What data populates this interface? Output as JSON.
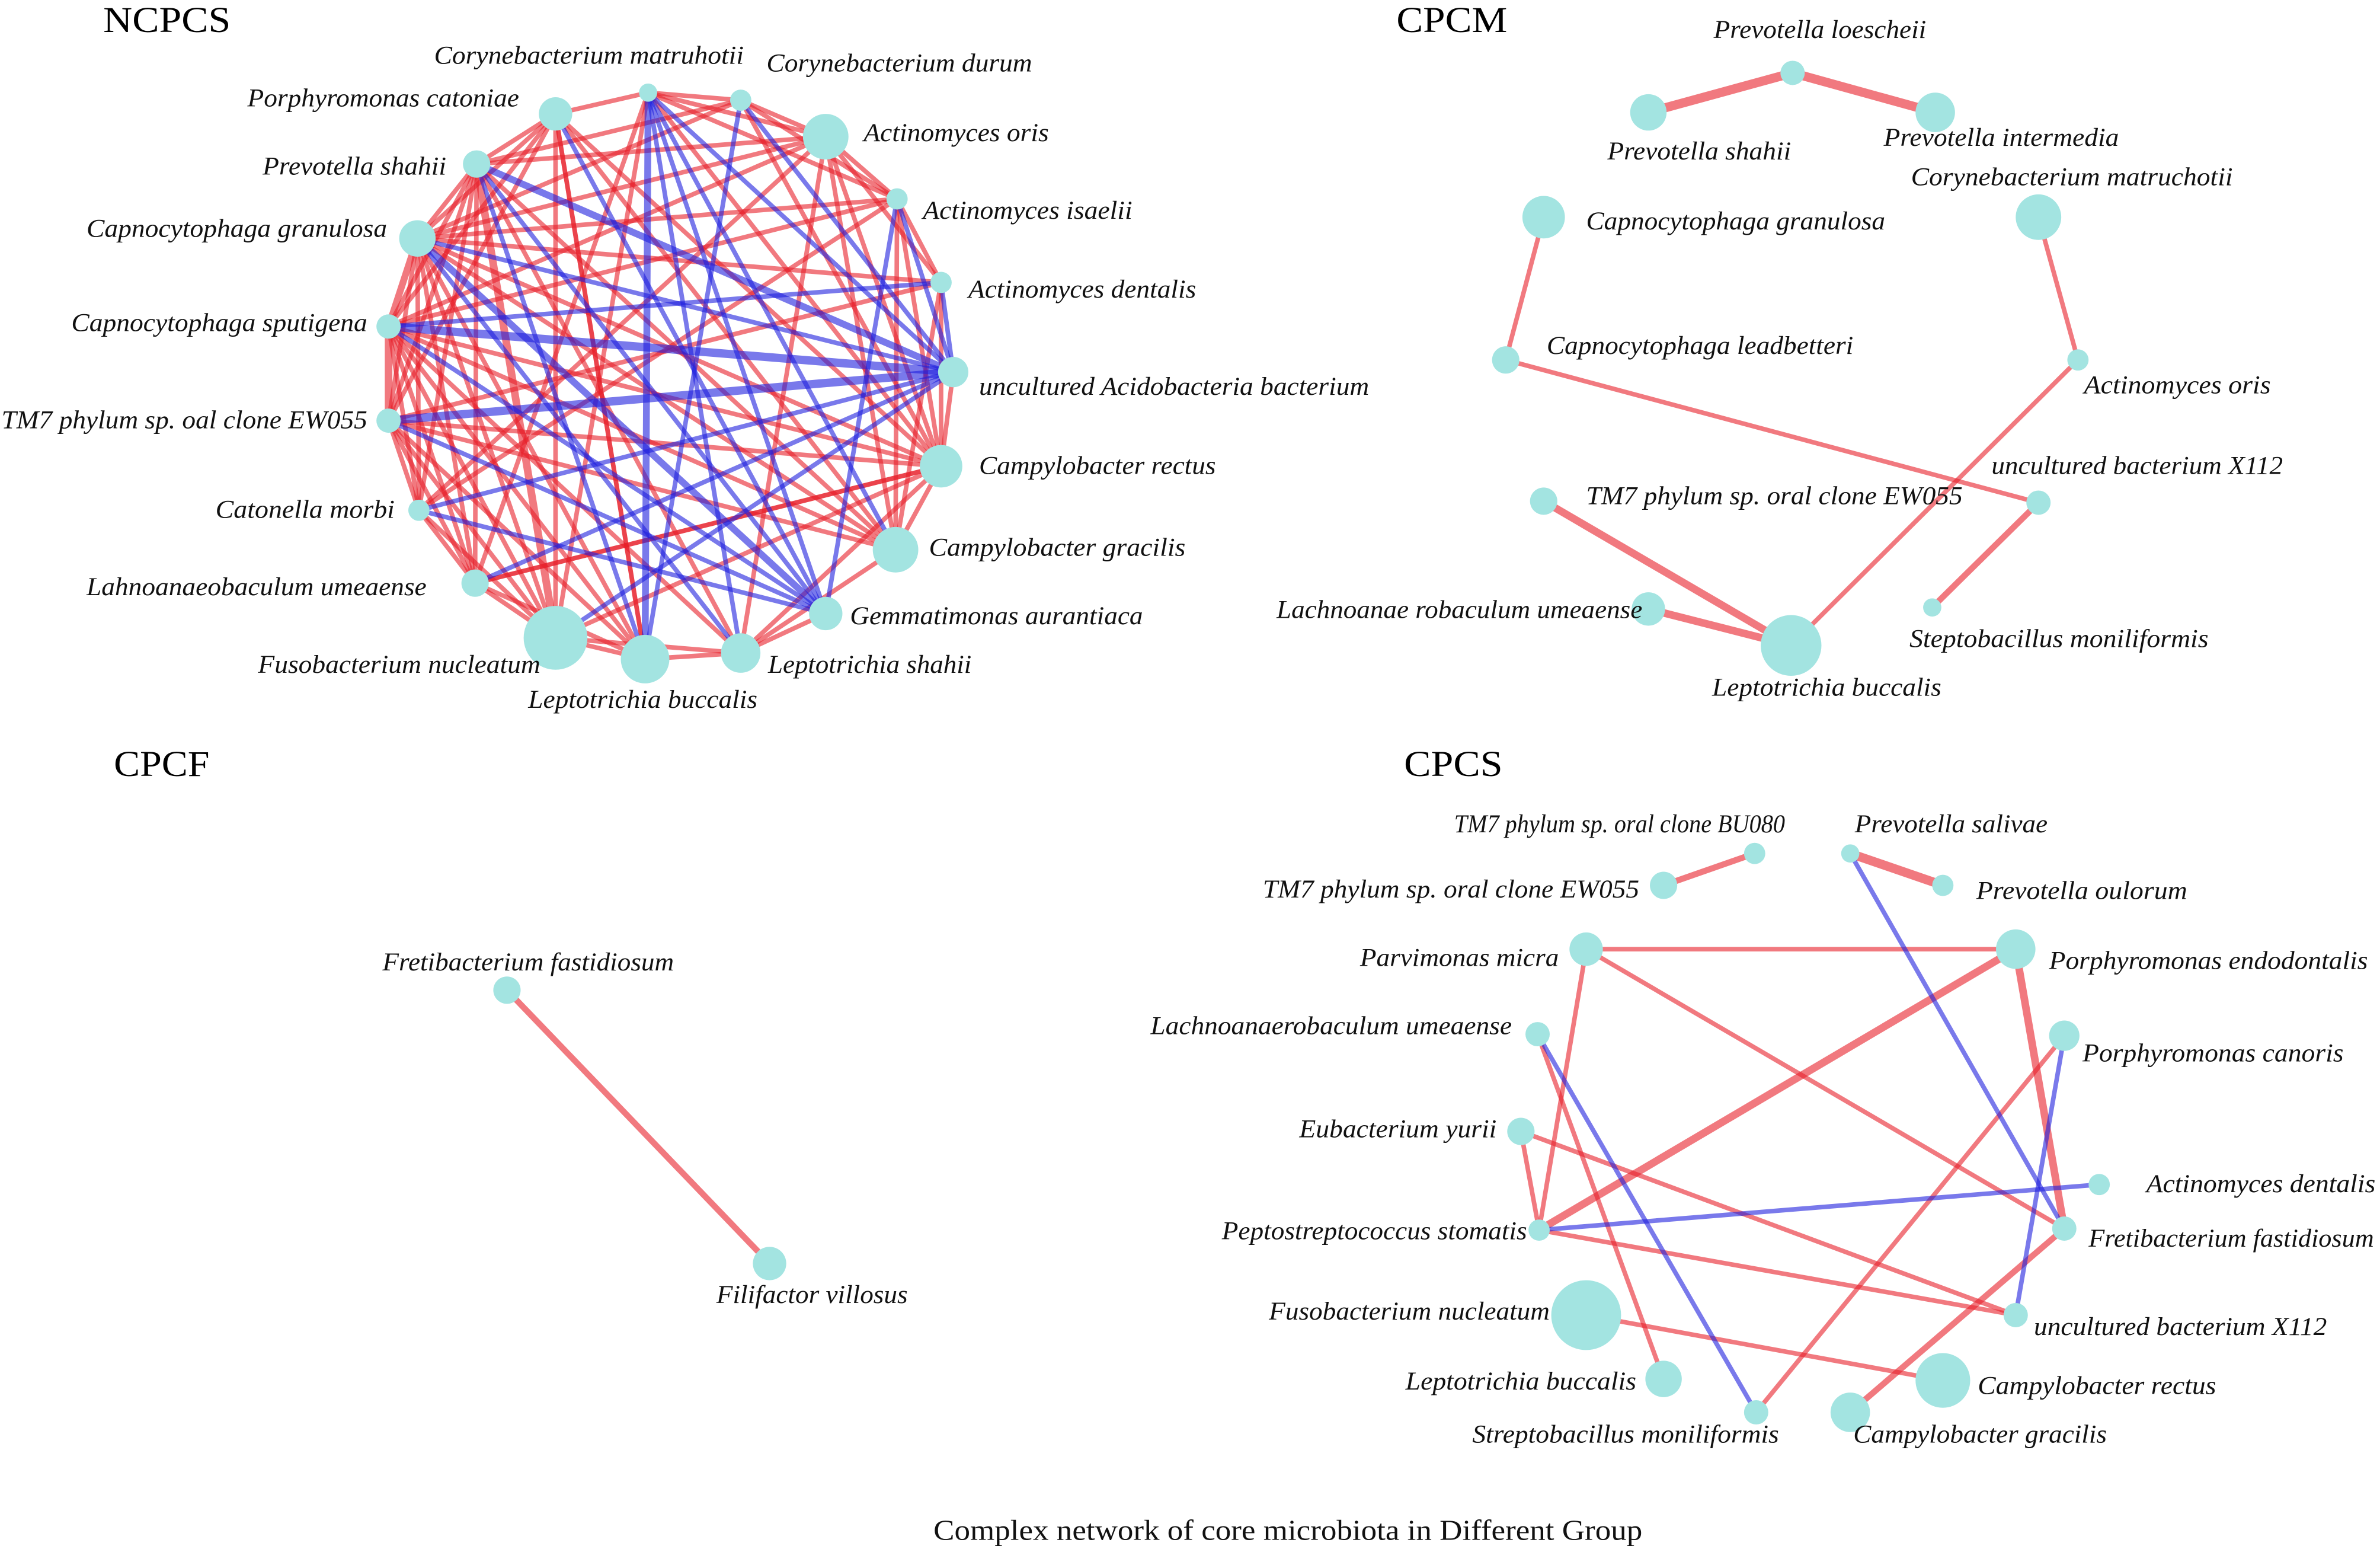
{
  "figure": {
    "caption": "Complex network of core microbiota in Different Group"
  },
  "colors": {
    "red_edge": "#e8202a",
    "blue_edge": "#2020dd",
    "node": "#a3e4e1",
    "background": "#ffffff"
  },
  "panels": [
    {
      "title": "NCPCS",
      "nodes": [
        {
          "label": "Corynebacterium matruhotii"
        },
        {
          "label": "Corynebacterium durum"
        },
        {
          "label": "Actinomyces oris"
        },
        {
          "label": "Actinomyces isaelii"
        },
        {
          "label": "Actinomyces dentalis"
        },
        {
          "label": "uncultured Acidobacteria bacterium"
        },
        {
          "label": "Campylobacter rectus"
        },
        {
          "label": "Campylobacter gracilis"
        },
        {
          "label": "Gemmatimonas aurantiaca"
        },
        {
          "label": "Leptotrichia shahii"
        },
        {
          "label": "Leptotrichia buccalis"
        },
        {
          "label": "Fusobacterium nucleatum"
        },
        {
          "label": "Lahnoanaeobaculum umeaense"
        },
        {
          "label": "Catonella morbi"
        },
        {
          "label": "TM7 phylum sp. oal clone EW055"
        },
        {
          "label": "Capnocytophaga sputigena"
        },
        {
          "label": "Capnocytophaga granulosa"
        },
        {
          "label": "Prevotella shahii"
        },
        {
          "label": "Porphyromonas catoniae"
        }
      ],
      "edges": {
        "red": [
          [
            11,
            12
          ],
          [
            11,
            13
          ],
          [
            11,
            14
          ],
          [
            11,
            15
          ],
          [
            11,
            16
          ],
          [
            11,
            17
          ],
          [
            11,
            18
          ],
          [
            12,
            13
          ],
          [
            12,
            14
          ],
          [
            12,
            15
          ],
          [
            12,
            16
          ],
          [
            12,
            17
          ],
          [
            13,
            14
          ],
          [
            13,
            15
          ],
          [
            13,
            16
          ],
          [
            13,
            17
          ],
          [
            14,
            15
          ],
          [
            14,
            16
          ],
          [
            14,
            17
          ],
          [
            15,
            16
          ],
          [
            15,
            17
          ],
          [
            16,
            17
          ],
          [
            16,
            18
          ],
          [
            17,
            18
          ],
          [
            15,
            18
          ],
          [
            14,
            18
          ],
          [
            10,
            16
          ],
          [
            10,
            15
          ],
          [
            10,
            14
          ],
          [
            10,
            18
          ],
          [
            9,
            17
          ],
          [
            9,
            15
          ],
          [
            9,
            11
          ],
          [
            9,
            10
          ],
          [
            10,
            11
          ],
          [
            12,
            10
          ],
          [
            0,
            1
          ],
          [
            0,
            2
          ],
          [
            0,
            3
          ],
          [
            0,
            18
          ],
          [
            1,
            2
          ],
          [
            1,
            3
          ],
          [
            2,
            3
          ],
          [
            2,
            4
          ],
          [
            2,
            6
          ],
          [
            2,
            7
          ],
          [
            3,
            4
          ],
          [
            3,
            6
          ],
          [
            3,
            7
          ],
          [
            4,
            6
          ],
          [
            4,
            7
          ],
          [
            6,
            7
          ],
          [
            6,
            9
          ],
          [
            7,
            9
          ],
          [
            0,
            6
          ],
          [
            1,
            6
          ],
          [
            8,
            9
          ],
          [
            5,
            6
          ],
          [
            2,
            17
          ],
          [
            2,
            16
          ],
          [
            2,
            15
          ],
          [
            3,
            16
          ],
          [
            3,
            15
          ],
          [
            4,
            16
          ],
          [
            6,
            16
          ],
          [
            6,
            15
          ],
          [
            6,
            14
          ],
          [
            7,
            15
          ],
          [
            7,
            16
          ],
          [
            7,
            14
          ],
          [
            18,
            6
          ],
          [
            18,
            7
          ],
          [
            18,
            10
          ],
          [
            17,
            7
          ],
          [
            12,
            6
          ],
          [
            1,
            16
          ],
          [
            1,
            17
          ],
          [
            0,
            11
          ],
          [
            0,
            12
          ],
          [
            2,
            13
          ],
          [
            6,
            12
          ],
          [
            2,
            9
          ],
          [
            6,
            11
          ],
          [
            4,
            14
          ],
          [
            3,
            13
          ]
        ],
        "blue": [
          [
            0,
            5
          ],
          [
            0,
            8
          ],
          [
            0,
            10
          ],
          [
            0,
            7
          ],
          [
            0,
            9
          ],
          [
            5,
            13
          ],
          [
            5,
            14
          ],
          [
            5,
            15
          ],
          [
            5,
            16
          ],
          [
            5,
            17
          ],
          [
            5,
            11
          ],
          [
            5,
            12
          ],
          [
            5,
            3
          ],
          [
            5,
            4
          ],
          [
            5,
            1
          ],
          [
            8,
            13
          ],
          [
            8,
            14
          ],
          [
            8,
            15
          ],
          [
            8,
            16
          ],
          [
            8,
            17
          ],
          [
            8,
            18
          ],
          [
            4,
            15
          ],
          [
            3,
            8
          ],
          [
            1,
            10
          ],
          [
            10,
            17
          ],
          [
            9,
            16
          ]
        ]
      }
    },
    {
      "title": "CPCM",
      "nodes": [
        {
          "label": "Prevotella loescheii"
        },
        {
          "label": "Prevotella shahii"
        },
        {
          "label": "Prevotella intermedia"
        },
        {
          "label": "Capnocytophaga granulosa"
        },
        {
          "label": "Corynebacterium matruchotii"
        },
        {
          "label": "Capnocytophaga leadbetteri"
        },
        {
          "label": "Actinomyces oris"
        },
        {
          "label": "uncultured bacterium X112"
        },
        {
          "label": "TM7 phylum sp. oral clone EW055"
        },
        {
          "label": "Lachnoanae robaculum umeaense"
        },
        {
          "label": "Steptobacillus moniliformis"
        },
        {
          "label": "Leptotrichia buccalis"
        }
      ],
      "edges": {
        "red": [
          [
            1,
            0
          ],
          [
            0,
            2
          ],
          [
            3,
            5
          ],
          [
            5,
            7
          ],
          [
            4,
            6
          ],
          [
            6,
            11
          ],
          [
            8,
            11
          ],
          [
            9,
            11
          ],
          [
            7,
            10
          ]
        ],
        "blue": []
      }
    },
    {
      "title": "CPCF",
      "nodes": [
        {
          "label": "Fretibacterium fastidiosum"
        },
        {
          "label": "Filifactor villosus"
        }
      ],
      "edges": {
        "red": [
          [
            0,
            1
          ]
        ],
        "blue": []
      }
    },
    {
      "title": "CPCS",
      "nodes": [
        {
          "label": "TM7 phylum sp. oral clone BU080"
        },
        {
          "label": "Prevotella salivae"
        },
        {
          "label": "TM7 phylum sp. oral clone EW055"
        },
        {
          "label": "Prevotella oulorum"
        },
        {
          "label": "Parvimonas micra"
        },
        {
          "label": "Porphyromonas endodontalis"
        },
        {
          "label": "Lachnoanaerobaculum umeaense"
        },
        {
          "label": "Porphyromonas canoris"
        },
        {
          "label": "Eubacterium yurii"
        },
        {
          "label": "Actinomyces dentalis"
        },
        {
          "label": "Peptostreptococcus stomatis"
        },
        {
          "label": "Fretibacterium fastidiosum"
        },
        {
          "label": "Fusobacterium nucleatum"
        },
        {
          "label": "uncultured bacterium X112"
        },
        {
          "label": "Leptotrichia buccalis"
        },
        {
          "label": "Campylobacter rectus"
        },
        {
          "label": "Streptobacillus moniliformis"
        },
        {
          "label": "Campylobacter gracilis"
        }
      ],
      "edges": {
        "red": [
          [
            0,
            2
          ],
          [
            1,
            3
          ],
          [
            4,
            5
          ],
          [
            4,
            10
          ],
          [
            4,
            11
          ],
          [
            5,
            10
          ],
          [
            5,
            11
          ],
          [
            6,
            14
          ],
          [
            7,
            16
          ],
          [
            8,
            10
          ],
          [
            8,
            13
          ],
          [
            10,
            13
          ],
          [
            11,
            17
          ],
          [
            12,
            15
          ]
        ],
        "blue": [
          [
            1,
            11
          ],
          [
            6,
            16
          ],
          [
            10,
            9
          ],
          [
            7,
            13
          ]
        ]
      }
    }
  ]
}
